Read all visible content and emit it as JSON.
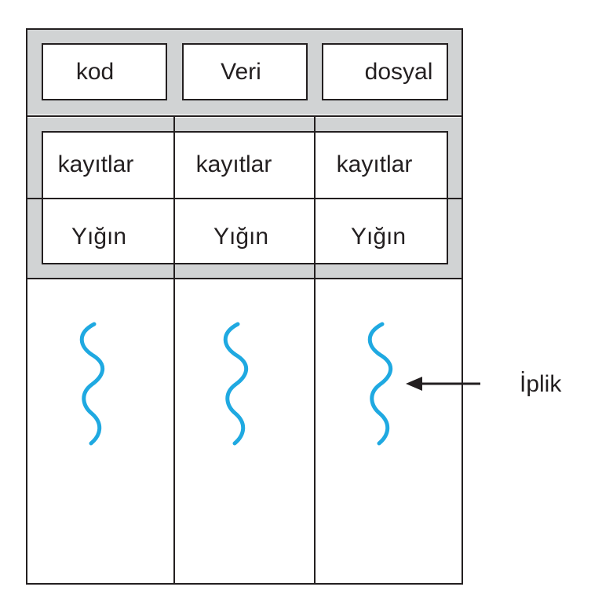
{
  "shared_row": [
    "kod",
    "Veri",
    "dosyal"
  ],
  "threads": [
    {
      "registers": "kayıtlar",
      "stack": "Yığın"
    },
    {
      "registers": "kayıtlar",
      "stack": "Yığın"
    },
    {
      "registers": "kayıtlar",
      "stack": "Yığın"
    }
  ],
  "thread_label": "İplik",
  "colors": {
    "shaded_band": "#d1d3d4",
    "outline": "#231f20",
    "thread_squiggle": "#1fa9e1"
  }
}
